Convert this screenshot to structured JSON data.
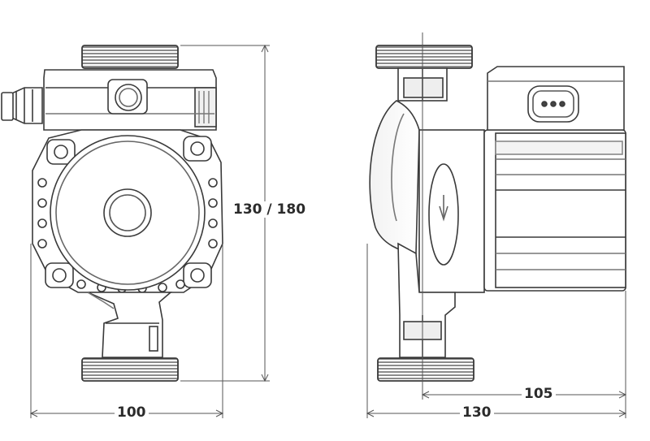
{
  "dimensions": {
    "height": "130 / 180",
    "front_width": "100",
    "side_depth_motor": "105",
    "side_depth_total": "130"
  },
  "colors": {
    "line": "#3a3a3a",
    "body_fill": "#ffffff",
    "shade": "#9a9a9a",
    "dark": "#555555",
    "dim_line": "#555555"
  },
  "views": [
    "front-view",
    "side-view"
  ]
}
